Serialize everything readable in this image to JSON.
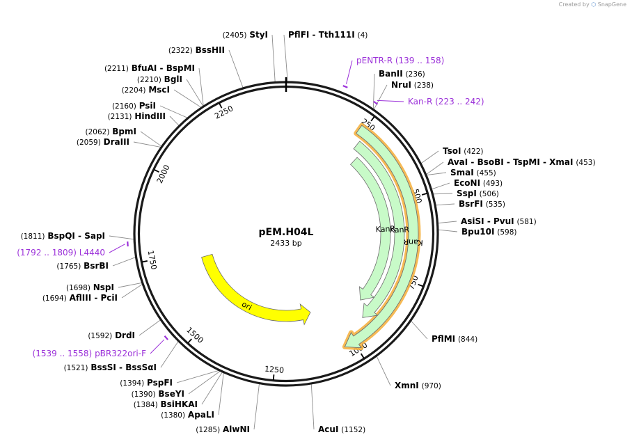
{
  "credit": {
    "prefix": "Created by",
    "brand": "SnapGene"
  },
  "plasmid": {
    "name": "pEM.H04L",
    "length_label": "2433 bp",
    "length": 2433
  },
  "ticks": [
    {
      "pos": 250,
      "label": "250"
    },
    {
      "pos": 500,
      "label": "500"
    },
    {
      "pos": 750,
      "label": "750"
    },
    {
      "pos": 1000,
      "label": "1000"
    },
    {
      "pos": 1250,
      "label": "1250"
    },
    {
      "pos": 1500,
      "label": "1500"
    },
    {
      "pos": 1750,
      "label": "1750"
    },
    {
      "pos": 2000,
      "label": "2000"
    },
    {
      "pos": 2250,
      "label": "2250"
    }
  ],
  "features": [
    {
      "name": "KanR",
      "start": 236,
      "end": 1031,
      "ring": 0,
      "color": "#c8fac8",
      "stroke": "#6b6b6b",
      "highlight": "#f5b342"
    },
    {
      "name": "KanR",
      "start": 260,
      "end": 930,
      "ring": 1,
      "color": "#c8fac8",
      "stroke": "#6b6b6b"
    },
    {
      "name": "KanR",
      "start": 290,
      "end": 890,
      "ring": 2,
      "color": "#c8fac8",
      "stroke": "#6b6b6b"
    },
    {
      "name": "ori",
      "start": 1100,
      "end": 1720,
      "ring": 3,
      "color": "#ffff00",
      "stroke": "#6b6b6b",
      "reverse": true
    }
  ],
  "primers": [
    {
      "name": "pENTR-R",
      "range": "(139 .. 158)",
      "pos": 148
    },
    {
      "name": "Kan-R",
      "range": "(223 .. 242)",
      "pos": 232
    },
    {
      "name": "L4440",
      "range": "(1792 .. 1809)",
      "pos": 1800
    },
    {
      "name": "pBR322ori-F",
      "range": "(1539 .. 1558)",
      "pos": 1548
    }
  ],
  "sites": [
    {
      "pos": 2405,
      "names": [
        "StyI"
      ],
      "num": "(2405)"
    },
    {
      "pos": 4,
      "names": [
        "PflFI",
        "Tth111I"
      ],
      "num": "(4)"
    },
    {
      "pos": 2322,
      "names": [
        "BssHII"
      ],
      "num": "(2322)"
    },
    {
      "pos": 2211,
      "names": [
        "BfuAI",
        "BspMI"
      ],
      "num": "(2211)"
    },
    {
      "pos": 2210,
      "names": [
        "BglI"
      ],
      "num": "(2210)"
    },
    {
      "pos": 2204,
      "names": [
        "MscI"
      ],
      "num": "(2204)"
    },
    {
      "pos": 2160,
      "names": [
        "PsiI"
      ],
      "num": "(2160)"
    },
    {
      "pos": 2131,
      "names": [
        "HindIII"
      ],
      "num": "(2131)"
    },
    {
      "pos": 2062,
      "names": [
        "BpmI"
      ],
      "num": "(2062)"
    },
    {
      "pos": 2059,
      "names": [
        "DraIII"
      ],
      "num": "(2059)"
    },
    {
      "pos": 236,
      "names": [
        "BanII"
      ],
      "num": "(236)"
    },
    {
      "pos": 238,
      "names": [
        "NruI"
      ],
      "num": "(238)"
    },
    {
      "pos": 422,
      "names": [
        "TsoI"
      ],
      "num": "(422)"
    },
    {
      "pos": 453,
      "names": [
        "AvaI",
        "BsoBI",
        "TspMI",
        "XmaI"
      ],
      "num": "(453)"
    },
    {
      "pos": 455,
      "names": [
        "SmaI"
      ],
      "num": "(455)"
    },
    {
      "pos": 493,
      "names": [
        "EcoNI"
      ],
      "num": "(493)"
    },
    {
      "pos": 506,
      "names": [
        "SspI"
      ],
      "num": "(506)"
    },
    {
      "pos": 535,
      "names": [
        "BsrFI"
      ],
      "num": "(535)"
    },
    {
      "pos": 581,
      "names": [
        "AsiSI",
        "PvuI"
      ],
      "num": "(581)"
    },
    {
      "pos": 598,
      "names": [
        "Bpu10I"
      ],
      "num": "(598)"
    },
    {
      "pos": 844,
      "names": [
        "PflMI"
      ],
      "num": "(844)"
    },
    {
      "pos": 970,
      "names": [
        "XmnI"
      ],
      "num": "(970)"
    },
    {
      "pos": 1152,
      "names": [
        "AcuI"
      ],
      "num": "(1152)"
    },
    {
      "pos": 1285,
      "names": [
        "AlwNI"
      ],
      "num": "(1285)"
    },
    {
      "pos": 1380,
      "names": [
        "ApaLI"
      ],
      "num": "(1380)"
    },
    {
      "pos": 1384,
      "names": [
        "BsiHKAI"
      ],
      "num": "(1384)"
    },
    {
      "pos": 1390,
      "names": [
        "BseYI"
      ],
      "num": "(1390)"
    },
    {
      "pos": 1394,
      "names": [
        "PspFI"
      ],
      "num": "(1394)"
    },
    {
      "pos": 1521,
      "names": [
        "BssSI",
        "BssSαI"
      ],
      "num": "(1521)"
    },
    {
      "pos": 1592,
      "names": [
        "DrdI"
      ],
      "num": "(1592)"
    },
    {
      "pos": 1694,
      "names": [
        "AflIII",
        "PciI"
      ],
      "num": "(1694)"
    },
    {
      "pos": 1698,
      "names": [
        "NspI"
      ],
      "num": "(1698)"
    },
    {
      "pos": 1765,
      "names": [
        "BsrBI"
      ],
      "num": "(1765)"
    },
    {
      "pos": 1811,
      "names": [
        "BspQI",
        "SapI"
      ],
      "num": "(1811)"
    }
  ]
}
